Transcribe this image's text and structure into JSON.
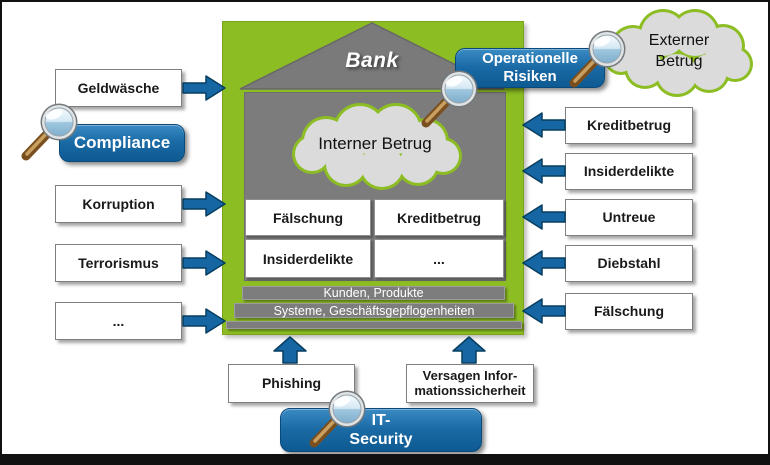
{
  "bank": {
    "roof_label": "Bank",
    "internal_cloud": "Interner Betrug",
    "grid": [
      "Fälschung",
      "Kreditbetrug",
      "Insiderdelikte",
      "..."
    ],
    "bars": [
      "Kunden, Produkte",
      "Systeme, Geschäftsgepflogenheiten"
    ]
  },
  "compliance": {
    "label": "Compliance",
    "threats": [
      "Geldwäsche",
      "Korruption",
      "Terrorismus",
      "..."
    ]
  },
  "operational": {
    "label_lines": [
      "Operationelle",
      "Risiken"
    ],
    "external_cloud_lines": [
      "Externer",
      "Betrug"
    ],
    "threats": [
      "Kreditbetrug",
      "Insiderdelikte",
      "Untreue",
      "Diebstahl",
      "Fälschung"
    ]
  },
  "it_security": {
    "label_lines": [
      "IT-",
      "Security"
    ],
    "phishing": "Phishing",
    "versagen_lines": [
      "Versagen Infor-",
      "mationssicherheit"
    ]
  },
  "colors": {
    "green": "#8CBD23",
    "blue_gradient_top": "#3A8AC4",
    "blue_gradient_bottom": "#0E5A92",
    "arrow_blue": "#1566A2",
    "arrow_border": "#073E60",
    "roof_gray": "#7A7A7A",
    "body_gray": "#7C7C7C",
    "cloud_fill": "#DBDBDB"
  }
}
